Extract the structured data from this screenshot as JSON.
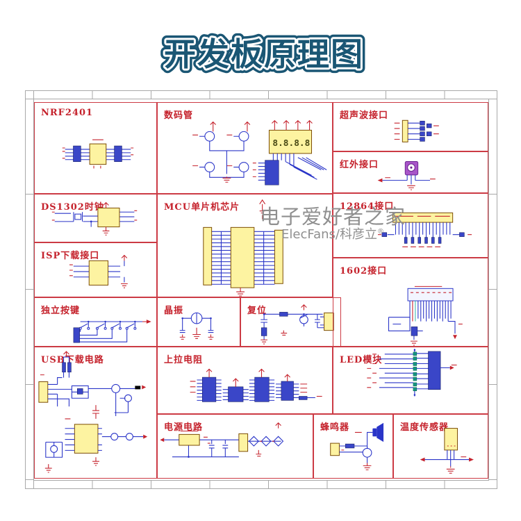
{
  "title": "开发板原理图",
  "watermark": {
    "line1": "电子爱好者之家",
    "line2": "ElecFans/科彦立",
    "reg_mark": "®"
  },
  "seven_segment": {
    "digits": "8.8.8.8"
  },
  "sections": [
    {
      "label": "NRF2401"
    },
    {
      "label": "DS1302时钟"
    },
    {
      "label": "ISP下载接口"
    },
    {
      "label": "独立按键"
    },
    {
      "label": "USB下载电路"
    },
    {
      "label": "数码管"
    },
    {
      "label": "MCU单片机芯片"
    },
    {
      "label": "晶振"
    },
    {
      "label": "复位"
    },
    {
      "label": "上拉电阻"
    },
    {
      "label": "电源电路"
    },
    {
      "label": "超声波接口"
    },
    {
      "label": "红外接口"
    },
    {
      "label": "12864接口"
    },
    {
      "label": "1602接口"
    },
    {
      "label": "LED模块"
    },
    {
      "label": "蜂鸣器"
    },
    {
      "label": "温度传感器"
    }
  ],
  "colors": {
    "red": "#c5222c",
    "line": "#cc3a44",
    "wire": "#2a35c8",
    "ic": "#fdf3a1",
    "icb": "#7a4a00",
    "blk": "#3a46c8",
    "led": "#16957f",
    "ir": "#a855c8",
    "title": "#1a5674",
    "wm": "#8f8f8f",
    "frame": "#a8a8a8"
  }
}
